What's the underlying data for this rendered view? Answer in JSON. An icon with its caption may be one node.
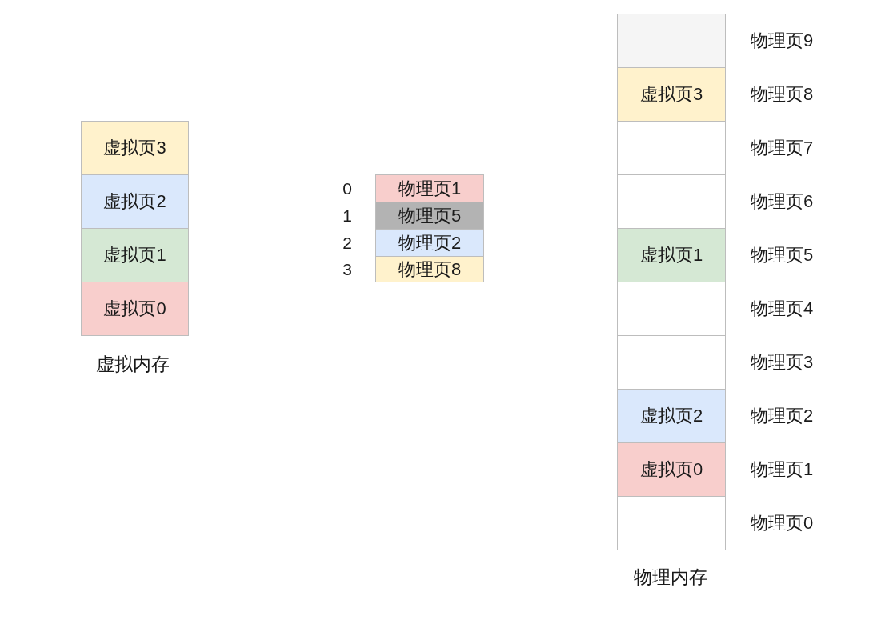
{
  "diagram": {
    "nodes": [
      {
        "text": [
          "虚拟页3"
        ]
      },
      {
        "text": [
          "虚拟页2"
        ]
      },
      {
        "text": [
          "虚拟页1"
        ]
      },
      {
        "text": [
          "虚拟页0"
        ]
      },
      {
        "text": [
          "物理页1"
        ],
        "beside": [
          "0"
        ]
      },
      {
        "text": [
          "物理页5"
        ],
        "beside": [
          "1"
        ]
      },
      {
        "text": [
          "物理页2"
        ],
        "beside": [
          "2"
        ]
      },
      {
        "text": [
          "物理页8"
        ],
        "beside": [
          "3"
        ]
      },
      {
        "text": [],
        "shape": "box",
        "beside": [
          "物理页9"
        ]
      },
      {
        "text": [
          "虚拟页3"
        ],
        "beside": [
          "物理页8"
        ]
      },
      {
        "text": [],
        "shape": "box",
        "beside": [
          "物理页7"
        ]
      },
      {
        "text": [],
        "shape": "box",
        "beside": [
          "物理页6"
        ]
      },
      {
        "text": [
          "虚拟页1"
        ],
        "beside": [
          "物理页5"
        ]
      },
      {
        "text": [],
        "shape": "box",
        "beside": [
          "物理页4"
        ]
      },
      {
        "text": [],
        "shape": "box",
        "beside": [
          "物理页3"
        ]
      },
      {
        "text": [
          "虚拟页2"
        ],
        "beside": [
          "物理页2"
        ]
      },
      {
        "text": [
          "虚拟页0"
        ],
        "beside": [
          "物理页1"
        ]
      },
      {
        "text": [],
        "shape": "box",
        "beside": [
          "物理页0"
        ]
      }
    ],
    "labels": [
      "虚拟内存",
      "物理内存"
    ]
  }
}
